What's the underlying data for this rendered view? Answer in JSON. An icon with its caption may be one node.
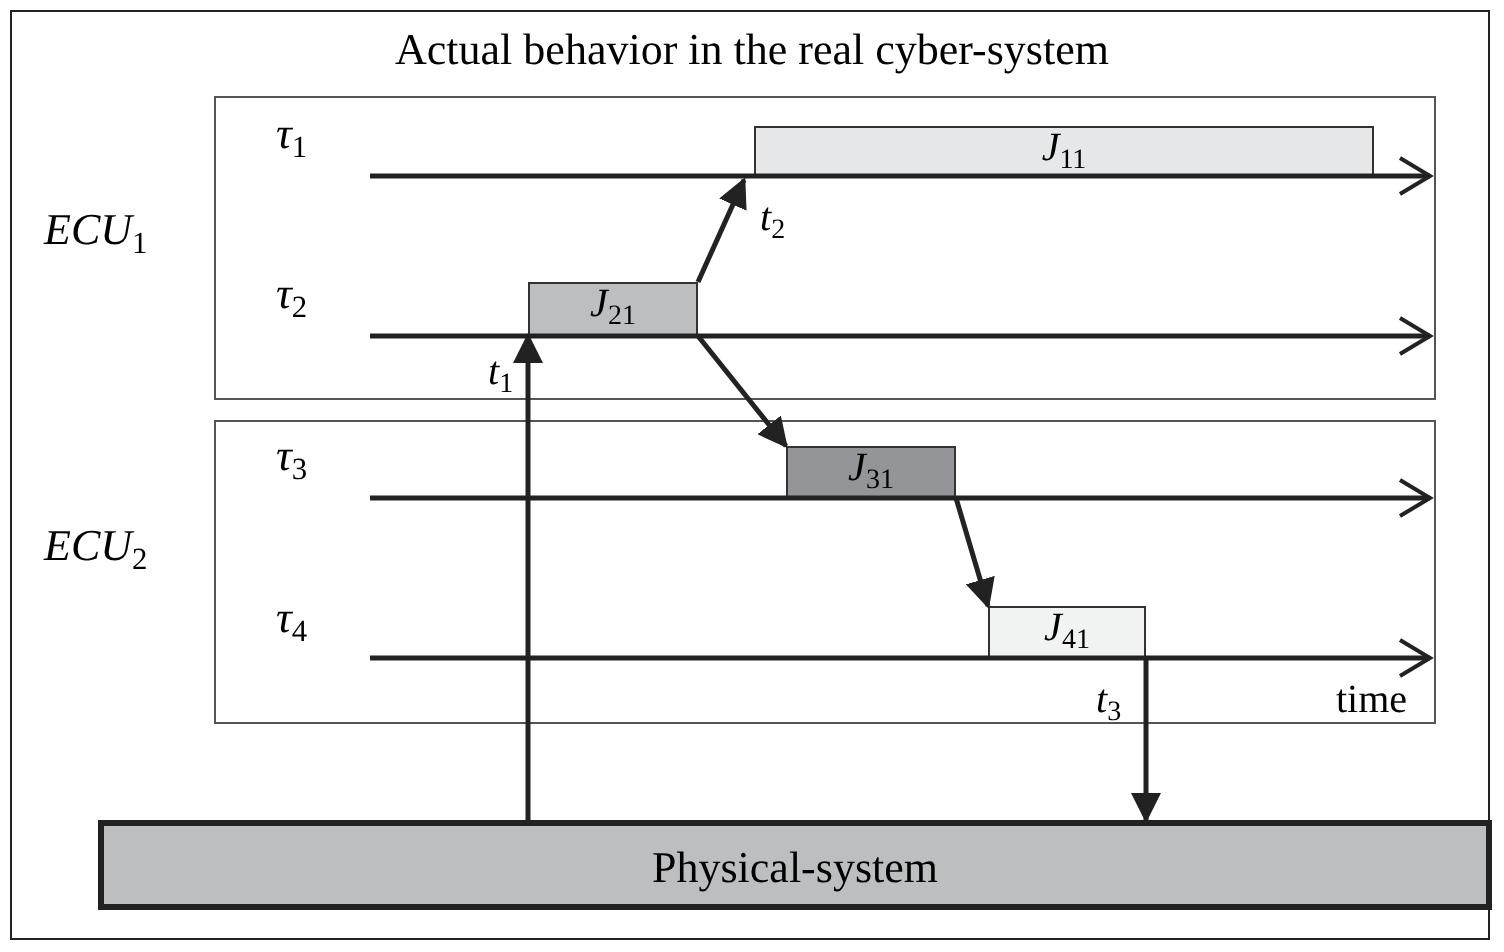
{
  "diagram": {
    "title": "Actual behavior in the real cyber-system",
    "nodes": [
      {
        "text": [
          "ECU$_{1}$"
        ]
      },
      {
        "text": [
          "J$_{11}$"
        ],
        "in": 0
      },
      {
        "text": [
          "J$_{21}$"
        ],
        "in": 0
      },
      {
        "text": [
          "ECU$_{2}$"
        ]
      },
      {
        "text": [
          "J$_{31}$"
        ],
        "in": 3
      },
      {
        "text": [
          "J$_{41}$"
        ],
        "in": 3
      },
      {
        "text": [
          "Physical-system"
        ]
      }
    ],
    "edges": [
      {
        "from": 6,
        "to": 2,
        "arrow": "to"
      },
      {
        "from": 2,
        "to": 1,
        "arrow": "to"
      },
      {
        "from": 2,
        "to": 4,
        "arrow": "to"
      },
      {
        "from": 4,
        "to": 5,
        "arrow": "to"
      },
      {
        "from": 5,
        "to": 6,
        "arrow": "to"
      }
    ],
    "labels": [
      "τ$_{1}$",
      "t$_{2}$",
      "τ$_{2}$",
      "t$_{1}$",
      "τ$_{3}$",
      "τ$_{4}$",
      "t$_{3}$",
      "time"
    ]
  }
}
